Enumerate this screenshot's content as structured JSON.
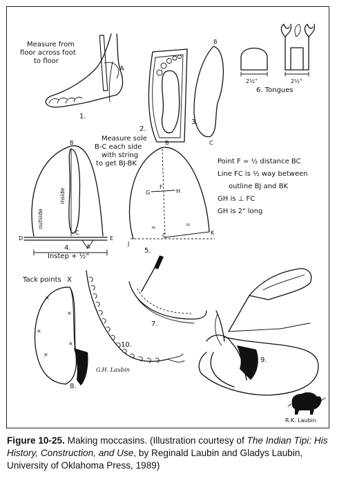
{
  "labels": {
    "measure_floor": [
      "Measure from",
      "floor across foot",
      "to floor"
    ],
    "point_a": "A",
    "point_b": "B",
    "point_c": "C",
    "point_d": "D",
    "point_e": "E",
    "point_f": "F",
    "point_g": "G",
    "point_h": "H",
    "point_j": "J",
    "point_k": "K",
    "inside": "inside",
    "outside": "outside",
    "measure_sole": [
      "Measure sole",
      "B-C each side",
      "with string",
      "to get BJ-BK"
    ],
    "instep": "Instep + ½\"",
    "notes": [
      "Point F = ½ distance BC",
      "Line FC is ½ way between",
      "outline BJ and BK",
      "GH is ⊥ FC",
      "GH is 2\" long"
    ],
    "tongue_dim": "2½\"",
    "tongues": "6. Tongues",
    "tack_points": "Tack points",
    "tack_x": "X",
    "equals": "=",
    "signature": "G.H. Laubin",
    "rk_laubin": "R.K. Laubin"
  },
  "figures": [
    "1.",
    "2.",
    "3.",
    "4.",
    "5.",
    "7.",
    "8.",
    "9.",
    "10."
  ],
  "caption": {
    "fig_label": "Figure 10-25.",
    "text_a": " Making moccasins. (Illustration courtesy of ",
    "book_title": "The Indian Tipi: His History, Construction, and Use",
    "text_b": ", by Reginald Laubin and Gladys Laubin, University of Oklahoma Press, 1989)"
  }
}
